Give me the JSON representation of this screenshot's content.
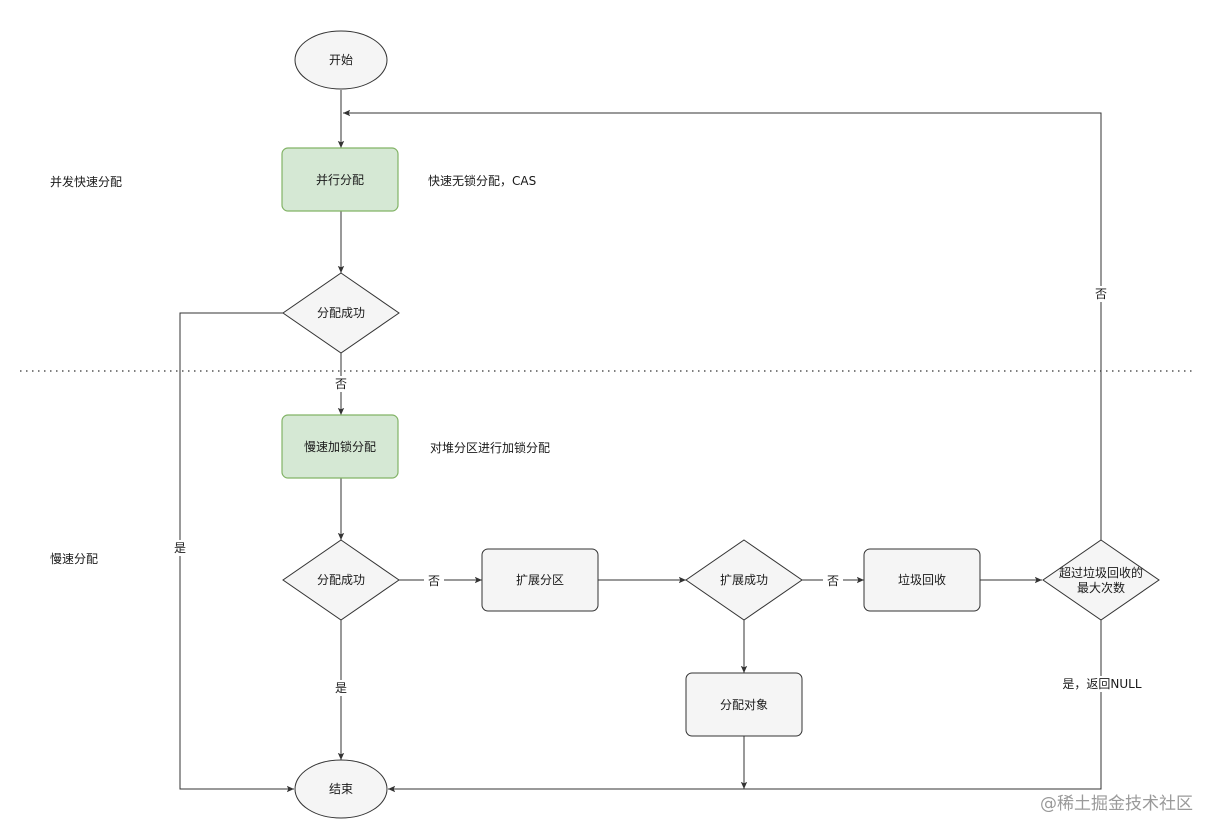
{
  "colors": {
    "green_fill": "#d5e8d4",
    "green_stroke": "#82b366",
    "gray_fill": "#f5f5f5",
    "gray_stroke": "#666666",
    "line": "#333333"
  },
  "sections": {
    "fast": "并发快速分配",
    "slow": "慢速分配"
  },
  "nodes": {
    "start": "开始",
    "parallel": "并行分配",
    "success1": "分配成功",
    "slow_lock": "慢速加锁分配",
    "success2": "分配成功",
    "expand": "扩展分区",
    "expand_ok": "扩展成功",
    "gc": "垃圾回收",
    "gc_max_line1": "超过垃圾回收的",
    "gc_max_line2": "最大次数",
    "alloc_obj": "分配对象",
    "end": "结束"
  },
  "annotations": {
    "fast_note": "快速无锁分配，CAS",
    "slow_note": "对堆分区进行加锁分配"
  },
  "edge_labels": {
    "no1": "否",
    "yes1": "是",
    "no2": "否",
    "yes2": "是",
    "no3": "否",
    "no_loop": "否",
    "yes_null": "是，返回NULL"
  },
  "watermark": "@稀土掘金技术社区"
}
